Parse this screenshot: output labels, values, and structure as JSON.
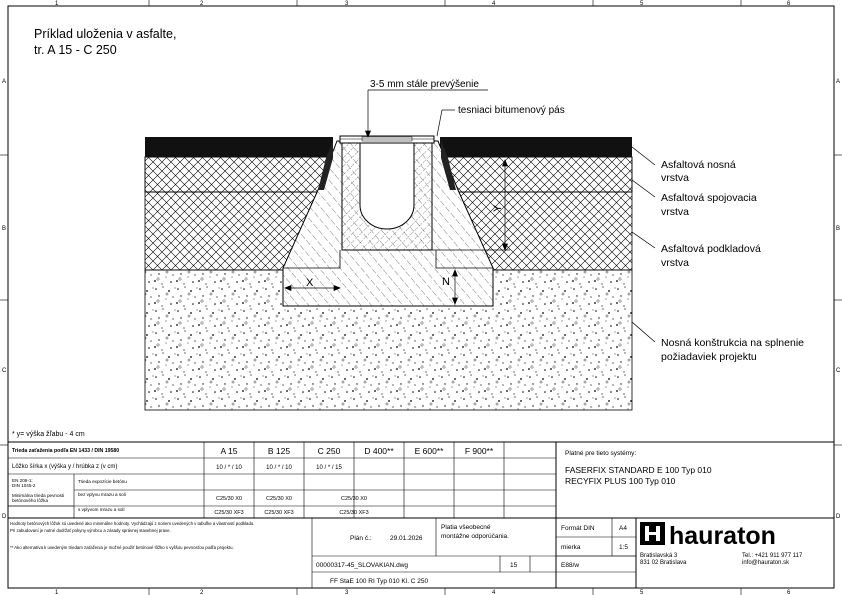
{
  "frame": {
    "col_labels": [
      "1",
      "2",
      "3",
      "4",
      "5",
      "6"
    ],
    "row_labels": [
      "A",
      "B",
      "C",
      "D"
    ]
  },
  "title": {
    "line1": "Príklad uloženia v asfalte,",
    "line2": "tr. A 15 - C 250"
  },
  "callouts": {
    "overheight": "3-5 mm stále prevýšenie",
    "bitumen_tape": "tesniaci bitumenový pás",
    "asphalt_base_1": "Asfaltová nosná",
    "asphalt_base_2": "vrstva",
    "asphalt_bond_1": "Asfaltová spojovacia",
    "asphalt_bond_2": "vrstva",
    "asphalt_sub_1": "Asfaltová podkladová",
    "asphalt_sub_2": "vrstva",
    "structure_1": "Nosná konštrukcia na splnenie",
    "structure_2": "požiadaviek projektu"
  },
  "dimensions": {
    "x": "X",
    "n": "N",
    "y": "Y"
  },
  "footnote": "* y= výška žľabu - 4 cm",
  "table": {
    "class_header": "Trieda zaťaženia podľa EN 1433 / DIN 19580",
    "classes": [
      "A 15",
      "B 125",
      "C 250",
      "D 400**",
      "E 600**",
      "F 900**"
    ],
    "dims_label": "Lôžko šírka x (výška y / hrúbka z (v cm)",
    "dims_values": [
      "10 / * / 10",
      "10 / * / 10",
      "10 / * / 15"
    ],
    "din_label_1": "EN 206-1:",
    "din_label_2": "DIN 1045-2",
    "strength_label_1": "Minimálna trieda pevnosti",
    "strength_label_2": "betónového lôžka",
    "freeze_label": "Trieda expozície betónu",
    "exposure_1": "bez vplyvu mrazu a soli",
    "exposure_2": "s vplyvom mrazu a soli",
    "row_x0": [
      "C25/30 X0",
      "C25/30 X0",
      "C25/30 X0"
    ],
    "row_xf3": [
      "C25/30 XF3",
      "C25/30 XF3",
      "C25/30 XF3"
    ],
    "valid_label": "Platné pre tieto systémy:",
    "system_1": "FASERFIX STANDARD E 100 Typ 010",
    "system_2": "RECYFIX PLUS 100 Typ 010",
    "note_1": "Hodnoty betónových lôžok sú uvedené ako minimálne hodnoty. Vychádzajú z noriem uvedených v tabuľke a vlastností podkladu.",
    "note_2": "Pri zabudovaní je nutné dodržať pokyny výrobcu a zásady správnej stavebnej praxe.",
    "note_3": "** Ako alternatíva k uvedeným triedam zaťaženia je možné použiť betónové lôžko s vyššou pevnosťou podľa projektu.",
    "plan_label": "Plán č.:",
    "plan_date": "29.01.2026",
    "valid_note_1": "Platia všeobecné",
    "valid_note_2": "montážne odporúčania.",
    "format_label": "Formát DIN",
    "format_value": "A4",
    "scale_label": "mierka",
    "scale_value": "1:5",
    "file": "00000317-45_SLOVAKIAN.dwg",
    "sheet_no": "15",
    "code": "E88/w",
    "drawing_name": "FF StaE 100 RI Typ 010 Kl. C 250"
  },
  "company": {
    "logo": "hauraton",
    "street": "Bratislavská 3",
    "city": "831 02 Bratislava",
    "phone": "Tel.: +421 911 977 117",
    "email": "info@hauraton.sk"
  },
  "colors": {
    "asphalt_top": "#111111",
    "line": "#000000",
    "paper": "#ffffff"
  }
}
